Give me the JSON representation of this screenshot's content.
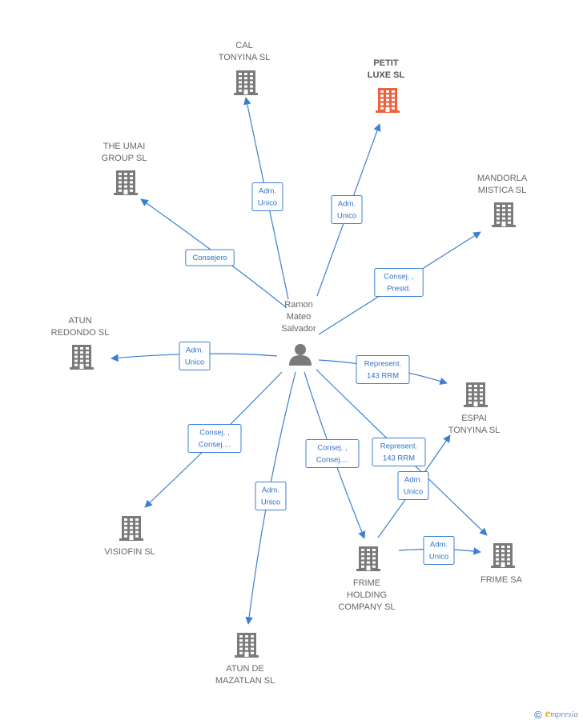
{
  "colors": {
    "edge": "#3b7fd4",
    "company": "#7a7a7a",
    "highlight": "#f0603a",
    "person": "#7a7a7a"
  },
  "center": {
    "lines": [
      "Ramon",
      "Mateo",
      "Salvador"
    ],
    "icon": "person-icon"
  },
  "nodes": [
    {
      "id": "cal",
      "lines": [
        "CAL",
        "TONYINA  SL"
      ],
      "icon": "building-icon"
    },
    {
      "id": "petit",
      "lines": [
        "PETIT",
        "LUXE  SL"
      ],
      "icon": "building-icon",
      "highlight": true
    },
    {
      "id": "umai",
      "lines": [
        "THE UMAI",
        "GROUP  SL"
      ],
      "icon": "building-icon"
    },
    {
      "id": "mandorla",
      "lines": [
        "MANDORLA",
        "MISTICA  SL"
      ],
      "icon": "building-icon"
    },
    {
      "id": "atunred",
      "lines": [
        "ATUN",
        "REDONDO  SL"
      ],
      "icon": "building-icon"
    },
    {
      "id": "espai",
      "lines": [
        "ESPAI",
        "TONYINA  SL"
      ],
      "icon": "building-icon"
    },
    {
      "id": "visiofin",
      "lines": [
        "VISIOFIN  SL"
      ],
      "icon": "building-icon"
    },
    {
      "id": "frimeholding",
      "lines": [
        "FRIME",
        "HOLDING",
        "COMPANY  SL"
      ],
      "icon": "building-icon"
    },
    {
      "id": "frimesa",
      "lines": [
        "FRIME SA"
      ],
      "icon": "building-icon"
    },
    {
      "id": "mazatlan",
      "lines": [
        "ATUN DE",
        "MAZATLAN  SL"
      ],
      "icon": "building-icon"
    }
  ],
  "edges": [
    {
      "from": "center",
      "to": "cal",
      "label": [
        "Adm.",
        "Unico"
      ]
    },
    {
      "from": "center",
      "to": "petit",
      "label": [
        "Adm.",
        "Unico"
      ]
    },
    {
      "from": "center",
      "to": "umai",
      "label": [
        "Consejero"
      ]
    },
    {
      "from": "center",
      "to": "mandorla",
      "label": [
        "Consej. ,",
        "Presid."
      ]
    },
    {
      "from": "center",
      "to": "atunred",
      "label": [
        "Adm.",
        "Unico"
      ]
    },
    {
      "from": "center",
      "to": "espai",
      "label": [
        "Represent.",
        "143 RRM"
      ]
    },
    {
      "from": "center",
      "to": "visiofin",
      "label": [
        "Consej. ,",
        "Consej...."
      ]
    },
    {
      "from": "center",
      "to": "mazatlan",
      "label": [
        "Adm.",
        "Unico"
      ]
    },
    {
      "from": "center",
      "to": "frimeholding",
      "label": [
        "Consej. ,",
        "Consej...."
      ]
    },
    {
      "from": "center",
      "to": "frimesa",
      "label": [
        "Represent.",
        "143 RRM"
      ]
    },
    {
      "from": "frimeholding",
      "to": "espai",
      "label": [
        "Adm.",
        "Unico"
      ]
    },
    {
      "from": "frimeholding",
      "to": "frimesa",
      "label": [
        "Adm.",
        "Unico"
      ]
    }
  ],
  "footer": {
    "copyright": "©",
    "brand_initial": "e",
    "brand_rest": "mpresia"
  }
}
